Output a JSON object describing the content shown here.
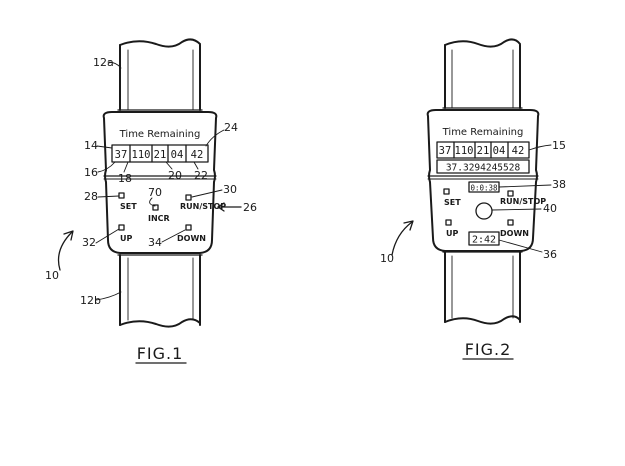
{
  "fig1": {
    "caption": "FIG.1",
    "title": "Time Remaining",
    "display": [
      "37",
      "110",
      "21",
      "04",
      "42"
    ],
    "buttons": {
      "set": "SET",
      "run_stop": "RUN/STOP",
      "incr": "INCR",
      "up": "UP",
      "down": "DOWN"
    },
    "refs": {
      "strap_top": "12a",
      "strap_bottom": "12b",
      "r14": "14",
      "r16": "16",
      "r18": "18",
      "r20": "20",
      "r22": "22",
      "r24": "24",
      "r26": "26",
      "r28": "28",
      "r30": "30",
      "r32": "32",
      "r34": "34",
      "r70": "70",
      "r10": "10"
    }
  },
  "fig2": {
    "caption": "FIG.2",
    "title": "Time Remaining",
    "display": [
      "37",
      "110",
      "21",
      "04",
      "42"
    ],
    "long_number": "37.3294245528",
    "small_display": "0:0:38",
    "clock": "2:42",
    "buttons": {
      "set": "SET",
      "run_stop": "RUN/STOP",
      "up": "UP",
      "down": "DOWN"
    },
    "refs": {
      "r15": "15",
      "r38": "38",
      "r40": "40",
      "r36": "36",
      "r10": "10"
    }
  }
}
